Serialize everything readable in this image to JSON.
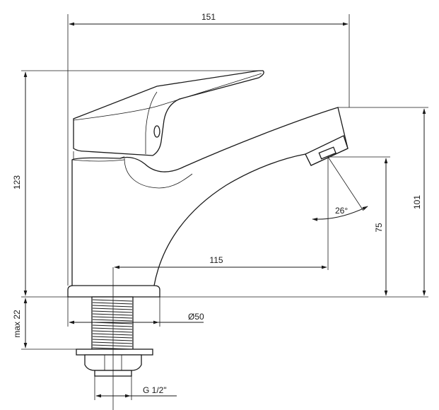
{
  "dimensions": {
    "overall_width": "151",
    "overall_height": "123",
    "spout_height": "101",
    "outlet_height": "75",
    "spout_reach": "115",
    "base_diameter": "Ø50",
    "max_thickness": "max 22",
    "thread_size": "G 1/2\"",
    "outlet_angle": "26°"
  }
}
